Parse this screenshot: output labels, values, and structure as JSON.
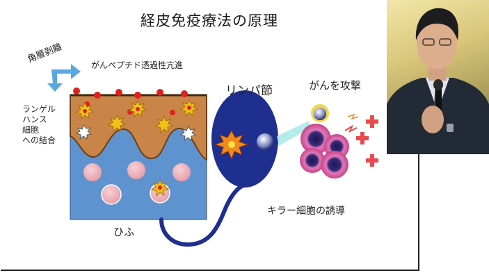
{
  "slide": {
    "title": "経皮免疫療法の原理",
    "labels": {
      "stratum_corneum_peeling": "角層剥離",
      "peptide_permeation": "がんペプチド透過性亢進",
      "langerhans_binding": [
        "ランゲル",
        "ハンス",
        "細胞",
        "への結合"
      ],
      "lymph_node": "リンパ節",
      "attack_cancer": "がんを攻撃",
      "killer_cell_induction": "キラー細胞の誘導",
      "skin": "ひふ"
    }
  },
  "colors": {
    "arrow": "#5aa8e0",
    "dermis": "#5f93cf",
    "epidermis": "#c98548",
    "peptide": "#e0201b",
    "lymph_node": "#1e2f8f",
    "killer_cell": "#d23c96",
    "cancer_cell": "#e84b4b",
    "photo_background": "#e8d890",
    "suit": "#222a36"
  },
  "photo": {
    "subject": "speaker-with-microphone"
  }
}
